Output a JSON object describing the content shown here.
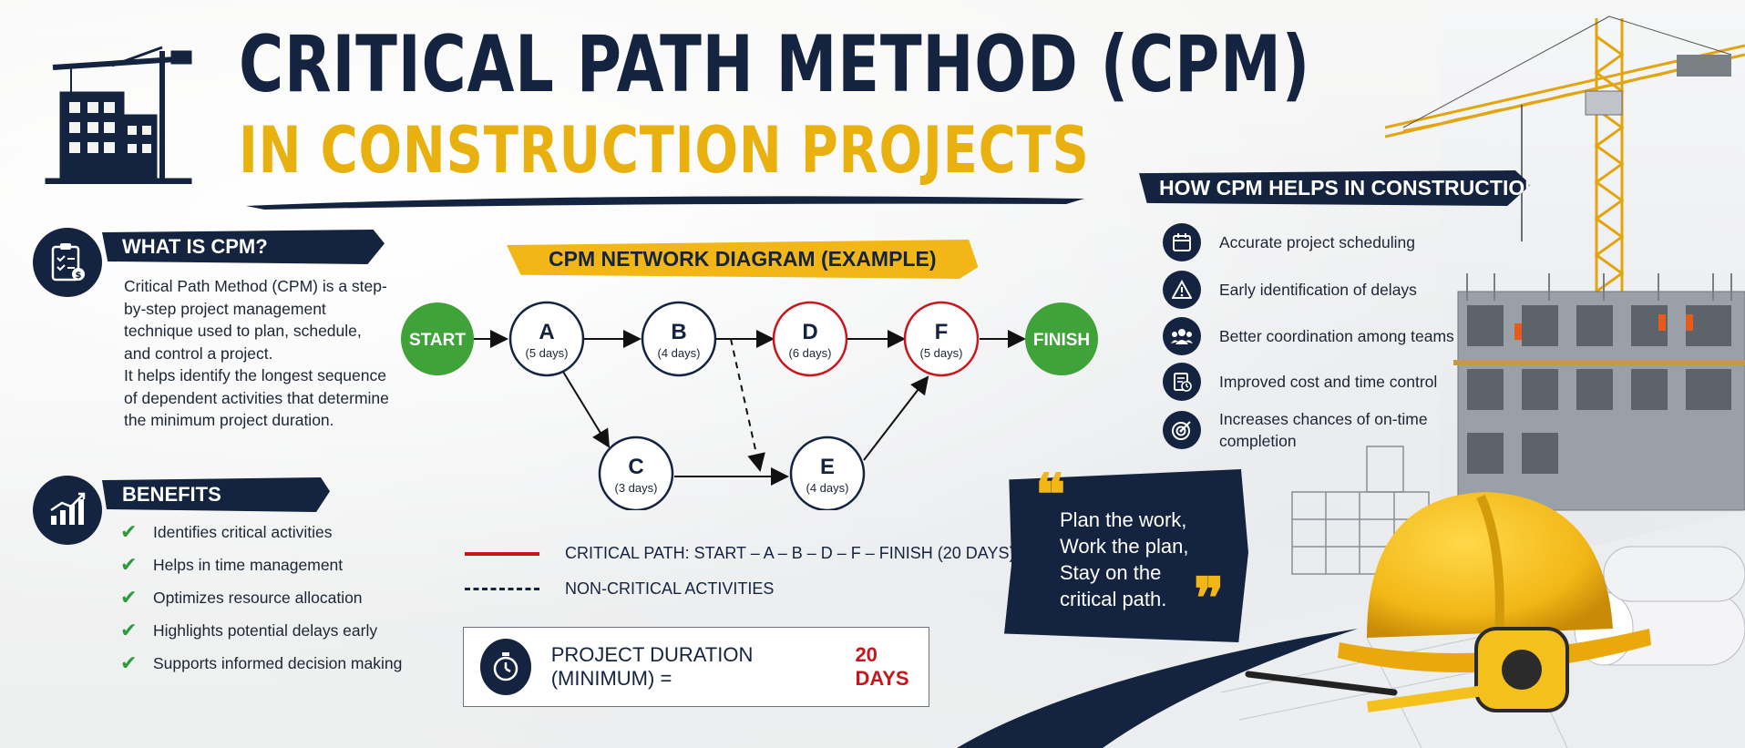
{
  "title": {
    "line1": "CRITICAL PATH METHOD (CPM)",
    "line2": "IN CONSTRUCTION PROJECTS"
  },
  "what_is": {
    "heading": "WHAT IS CPM?",
    "paragraph1": "Critical Path Method (CPM) is a step-by-step project management technique used to plan, schedule, and control a project.",
    "paragraph2": "It helps identify the longest sequence of dependent activities that determine the minimum project duration."
  },
  "benefits": {
    "heading": "BENEFITS",
    "items": [
      "Identifies critical activities",
      "Helps in time management",
      "Optimizes resource allocation",
      "Highlights potential delays early",
      "Supports informed decision making"
    ]
  },
  "diagram": {
    "heading": "CPM NETWORK DIAGRAM (EXAMPLE)",
    "nodes": {
      "start": "START",
      "finish": "FINISH",
      "a": {
        "letter": "A",
        "days": "(5 days)"
      },
      "b": {
        "letter": "B",
        "days": "(4 days)"
      },
      "c": {
        "letter": "C",
        "days": "(3 days)"
      },
      "d": {
        "letter": "D",
        "days": "(6 days)"
      },
      "e": {
        "letter": "E",
        "days": "(4 days)"
      },
      "f": {
        "letter": "F",
        "days": "(5 days)"
      }
    },
    "legend": {
      "critical": "CRITICAL PATH: START – A – B – D – F – FINISH (20 DAYS)",
      "non_critical": "NON-CRITICAL ACTIVITIES"
    },
    "duration_label": "PROJECT DURATION (MINIMUM) =",
    "duration_value": "20 DAYS"
  },
  "how_helps": {
    "heading": "HOW CPM HELPS IN CONSTRUCTION",
    "items": [
      {
        "icon": "calendar-icon",
        "text": "Accurate project scheduling"
      },
      {
        "icon": "warning-icon",
        "text": "Early identification of delays"
      },
      {
        "icon": "team-icon",
        "text": "Better coordination among teams"
      },
      {
        "icon": "cost-report-icon",
        "text": "Improved cost and time control"
      },
      {
        "icon": "target-icon",
        "text": "Increases chances of on-time completion"
      }
    ]
  },
  "quote": {
    "line1": "Plan the work,",
    "line2": "Work the plan,",
    "line3": "Stay on the",
    "line4": "critical path."
  },
  "colors": {
    "navy": "#14233f",
    "yellow": "#f2b716",
    "green": "#3fa33a",
    "critical_red": "#c8161d"
  }
}
